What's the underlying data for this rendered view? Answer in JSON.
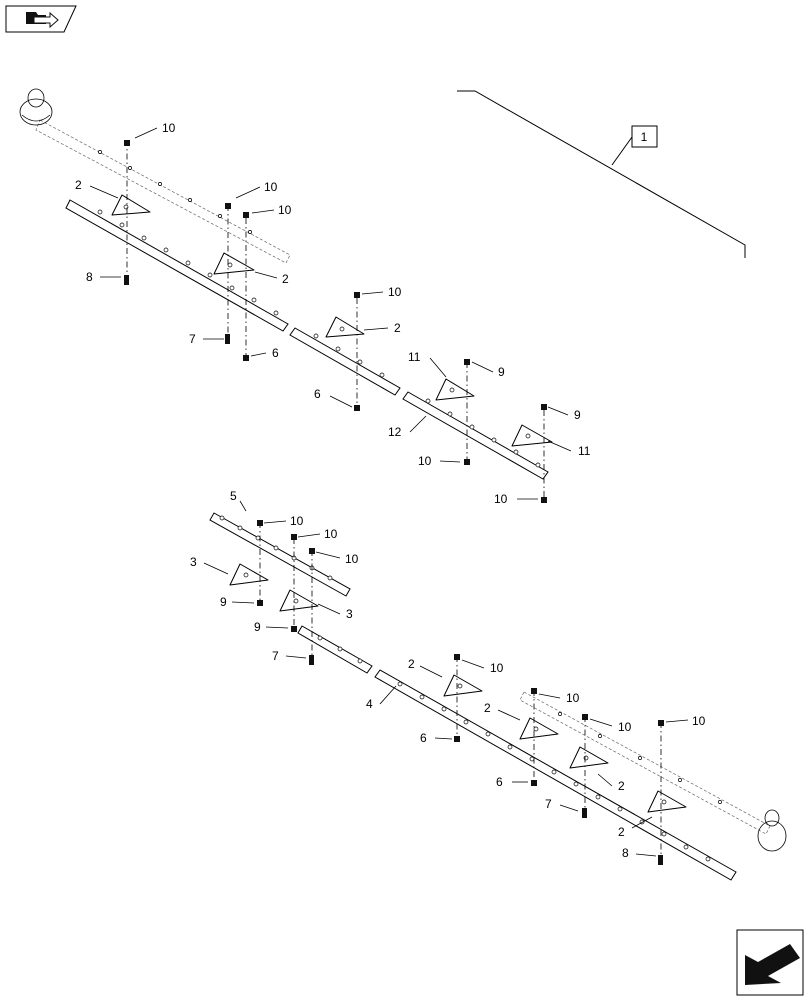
{
  "icons": {
    "top_left": "folder-arrow-icon",
    "bottom_right": "next-page-arrow-icon"
  },
  "callouts": {
    "assembly": "1",
    "c2": "2",
    "c3": "3",
    "c4": "4",
    "c5": "5",
    "c6": "6",
    "c7": "7",
    "c8": "8",
    "c9": "9",
    "c10": "10",
    "c11": "11",
    "c12": "12"
  }
}
